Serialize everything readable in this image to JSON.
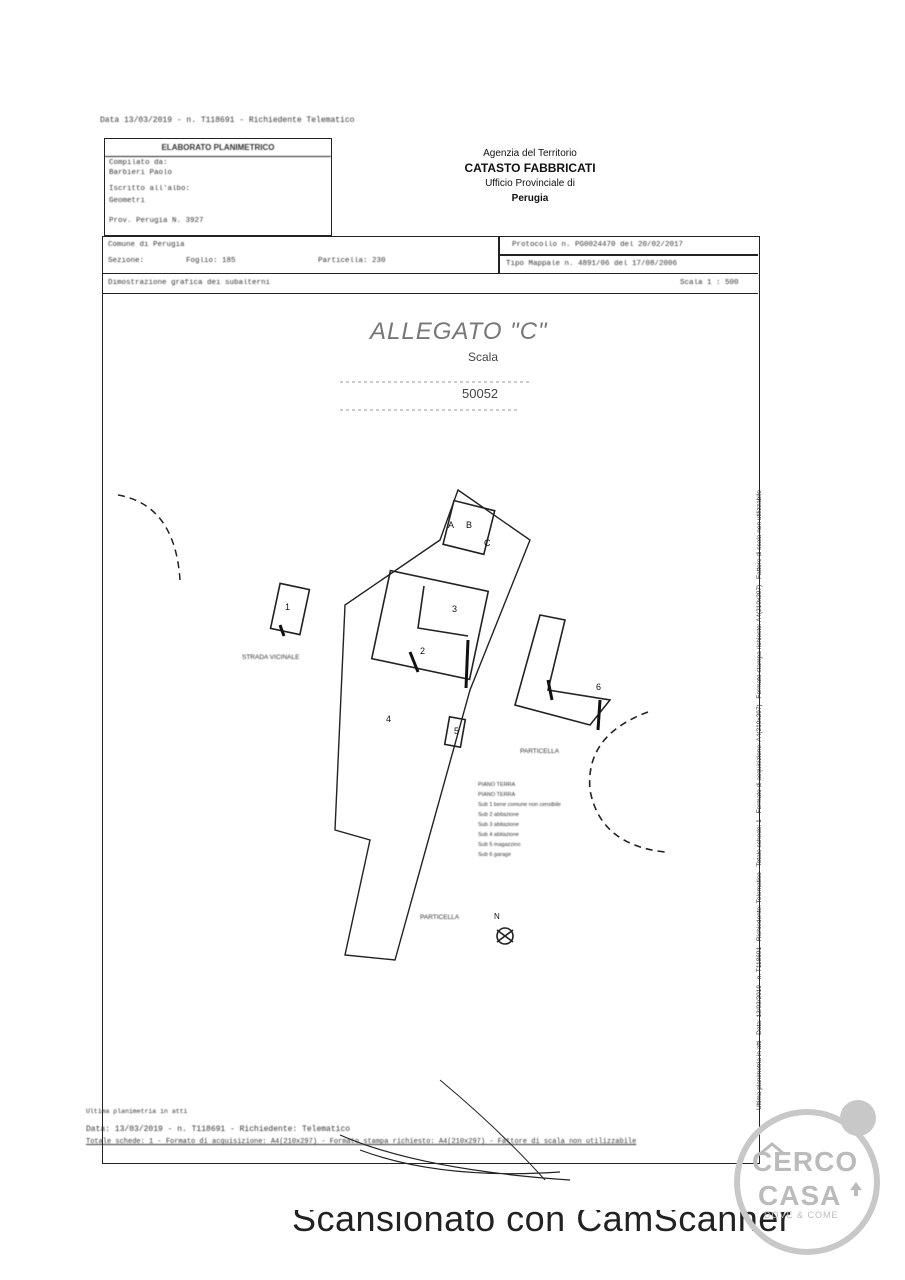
{
  "header": {
    "top_line": "Data 13/03/2019 - n. T118691 - Richiedente Telematico",
    "left_box_title": "ELABORATO PLANIMETRICO",
    "left_box_lines": [
      "Compilato da:",
      "Barbieri Paolo",
      "Iscritto all'albo:",
      "Geometri",
      "Prov. Perugia    N. 3927"
    ],
    "agency_lines": [
      "Agenzia del Territorio",
      "CATASTO FABBRICATI",
      "Ufficio Provinciale di",
      "Perugia"
    ]
  },
  "info": {
    "comune": "Comune di Perugia",
    "sezione": "Sezione:",
    "foglio": "Foglio: 185",
    "particella": "Particella: 230",
    "protocollo": "Protocollo n. PG0024470    del 20/02/2017",
    "tipo_mappale": "Tipo Mappale n. 4891/06    del 17/08/2006",
    "dimostrazione": "Dimostrazione grafica dei subalterni",
    "scala": "Scala 1 : 500"
  },
  "stamp": {
    "title": "ALLEGATO \"C\"",
    "sub": "Scala",
    "number": "50052"
  },
  "legend": {
    "title": "PIANO TERRA",
    "lines": [
      "PIANO TERRA",
      "Sub 1 bene comune non censibile",
      "Sub 2 abitazione",
      "Sub 3 abitazione",
      "Sub 4 abitazione",
      "Sub 5 magazzino",
      "Sub 6 garage"
    ]
  },
  "labels": {
    "strada_left": "STRADA VICINALE",
    "strada_right": "PARTICELLA",
    "strada_bottom": "PARTICELLA",
    "north": "N",
    "sub_a": "A",
    "sub_b": "B",
    "sub_c": "C",
    "sub_1": "1",
    "sub_2": "2",
    "sub_3": "3",
    "sub_4": "4",
    "sub_5": "5",
    "sub_6": "6"
  },
  "side_text": "Ultima planimetria in atti - Data: 13/03/2019 - n. T118691 - Richiedente: Telematico - Totale schede: 1 - Formato di acquisizione: A4(210x297) - Formato stampa richiesto: A4(210x297) - Fattore di scala non utilizzabile",
  "footer": {
    "line1": "Ultima planimetria in atti",
    "line2": "Data: 13/03/2019 - n. T118691 - Richiedente: Telematico",
    "line3": "Totale schede: 1 - Formato di acquisizione: A4(210x297) - Formato stampa richiesto: A4(210x297) - Fattore di scala non utilizzabile"
  },
  "watermark": "Scansionato con CamScanner",
  "logo": {
    "line1": "CERCO",
    "line2": "CASA",
    "line3": "DOVE & COME"
  }
}
